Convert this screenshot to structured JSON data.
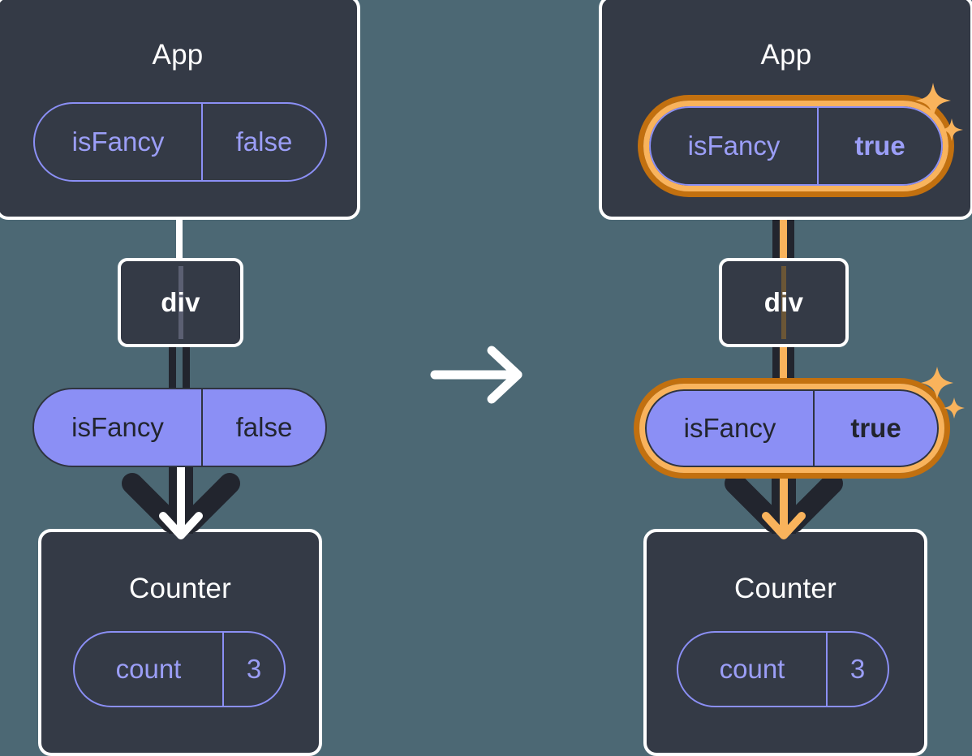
{
  "diagram": {
    "type": "react-state-propagation",
    "description": "Two-panel React tree diagram showing state lifted to App: before (isFancy false) and after (isFancy true)",
    "background_color": "#4c6874",
    "colors": {
      "box_fill": "#343a46",
      "box_border": "#ffffff",
      "pill_purple": "#8b8ff5",
      "pill_text_dark": "#22252e",
      "state_text_purple": "#9b9ef7",
      "highlight_outer": "#c2700f",
      "highlight_inner": "#f9b35c",
      "connector_dark": "#22252e",
      "connector_white": "#ffffff"
    },
    "transition_arrow": "arrow-right-icon"
  },
  "panels": [
    {
      "id": "before",
      "app": {
        "title": "App",
        "state_pill": {
          "key": "isFancy",
          "value": "false",
          "style": "outline",
          "highlighted": false,
          "value_bold": false
        }
      },
      "dom_node": {
        "label": "div"
      },
      "props_pill": {
        "key": "isFancy",
        "value": "false",
        "style": "filled",
        "highlighted": false,
        "value_bold": false
      },
      "child": {
        "title": "Counter",
        "state_pill": {
          "key": "count",
          "value": "3",
          "style": "outline",
          "highlighted": false,
          "value_bold": false
        }
      },
      "sparkles": false
    },
    {
      "id": "after",
      "app": {
        "title": "App",
        "state_pill": {
          "key": "isFancy",
          "value": "true",
          "style": "outline",
          "highlighted": true,
          "value_bold": true
        }
      },
      "dom_node": {
        "label": "div"
      },
      "props_pill": {
        "key": "isFancy",
        "value": "true",
        "style": "filled",
        "highlighted": true,
        "value_bold": true
      },
      "child": {
        "title": "Counter",
        "state_pill": {
          "key": "count",
          "value": "3",
          "style": "outline",
          "highlighted": false,
          "value_bold": false
        }
      },
      "sparkles": true
    }
  ]
}
